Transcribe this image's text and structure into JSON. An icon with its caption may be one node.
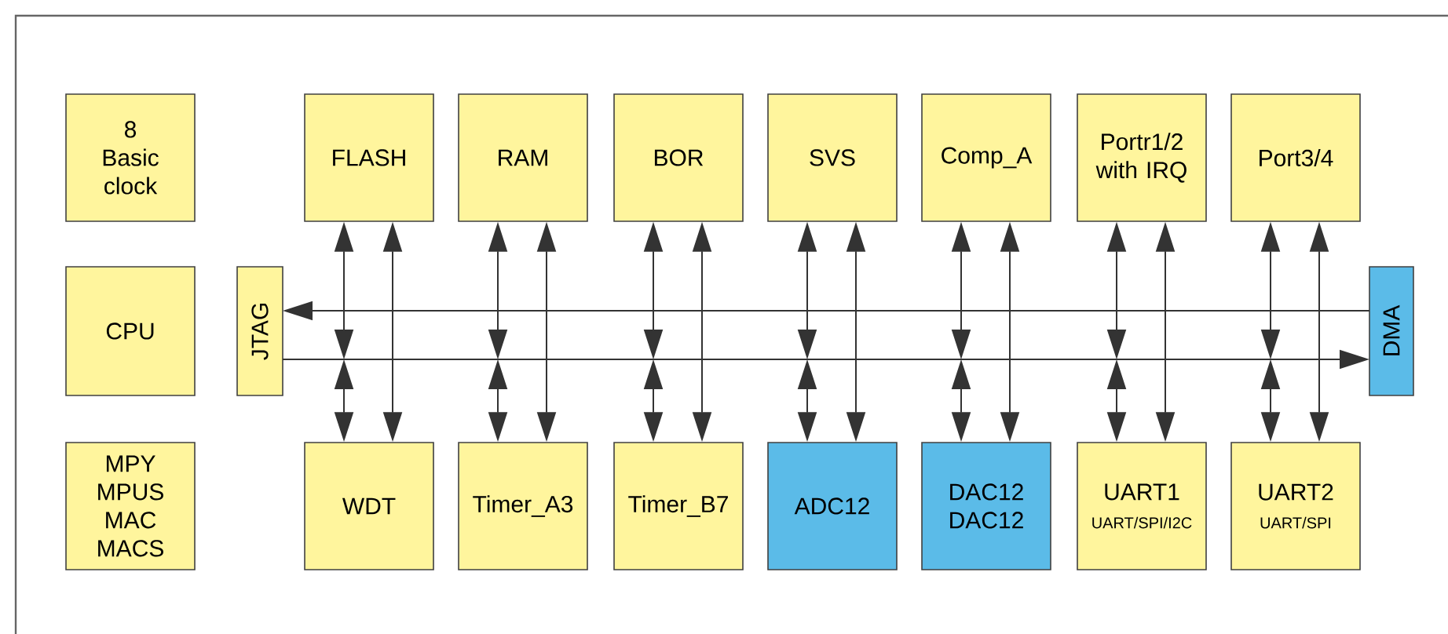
{
  "diagram": {
    "nodes": [
      {
        "text": [
          "8 Basic clock"
        ]
      },
      {
        "text": [
          "FLASH"
        ]
      },
      {
        "text": [
          "RAM"
        ]
      },
      {
        "text": [
          "BOR"
        ]
      },
      {
        "text": [
          "SVS"
        ]
      },
      {
        "text": [
          "Comp_A"
        ]
      },
      {
        "text": [
          "Portr1/2 with IRQ"
        ]
      },
      {
        "text": [
          "Port3/4"
        ]
      },
      {
        "text": [
          "CPU"
        ]
      },
      {
        "text": [
          "JTAG"
        ]
      },
      {
        "text": [
          "DMA"
        ]
      },
      {
        "text": [
          "MPY MPUS MAC MACS"
        ]
      },
      {
        "text": [
          "WDT"
        ]
      },
      {
        "text": [
          "Timer_A3"
        ]
      },
      {
        "text": [
          "Timer_B7"
        ]
      },
      {
        "text": [
          "ADC12"
        ]
      },
      {
        "text": [
          "DAC12 DAC12"
        ]
      },
      {
        "text": [
          "UART1",
          "UART/SPI/I2C"
        ]
      },
      {
        "text": [
          "UART2",
          "UART/SPI"
        ]
      }
    ],
    "edges": [
      {
        "from": 1,
        "to": null,
        "arrow": "both"
      },
      {
        "from": null,
        "to": 12,
        "arrow": "both"
      },
      {
        "from": 1,
        "to": 12,
        "arrow": "both"
      },
      {
        "from": 2,
        "to": null,
        "arrow": "both"
      },
      {
        "from": null,
        "to": 13,
        "arrow": "both"
      },
      {
        "from": 2,
        "to": 13,
        "arrow": "both"
      },
      {
        "from": 3,
        "to": null,
        "arrow": "both"
      },
      {
        "from": null,
        "to": 14,
        "arrow": "both"
      },
      {
        "from": 3,
        "to": 14,
        "arrow": "both"
      },
      {
        "from": 4,
        "to": null,
        "arrow": "both"
      },
      {
        "from": null,
        "to": 15,
        "arrow": "both"
      },
      {
        "from": 4,
        "to": 15,
        "arrow": "both"
      },
      {
        "from": 5,
        "to": null,
        "arrow": "both"
      },
      {
        "from": null,
        "to": 16,
        "arrow": "both"
      },
      {
        "from": 5,
        "to": 16,
        "arrow": "both"
      },
      {
        "from": 6,
        "to": null,
        "arrow": "both"
      },
      {
        "from": null,
        "to": 17,
        "arrow": "both"
      },
      {
        "from": 6,
        "to": 17,
        "arrow": "both"
      },
      {
        "from": 7,
        "to": null,
        "arrow": "both"
      },
      {
        "from": null,
        "to": 18,
        "arrow": "both"
      },
      {
        "from": 7,
        "to": 18,
        "arrow": "both"
      },
      {
        "from": 10,
        "to": 9,
        "arrow": "to"
      },
      {
        "from": 9,
        "to": 10,
        "arrow": "to"
      }
    ]
  }
}
